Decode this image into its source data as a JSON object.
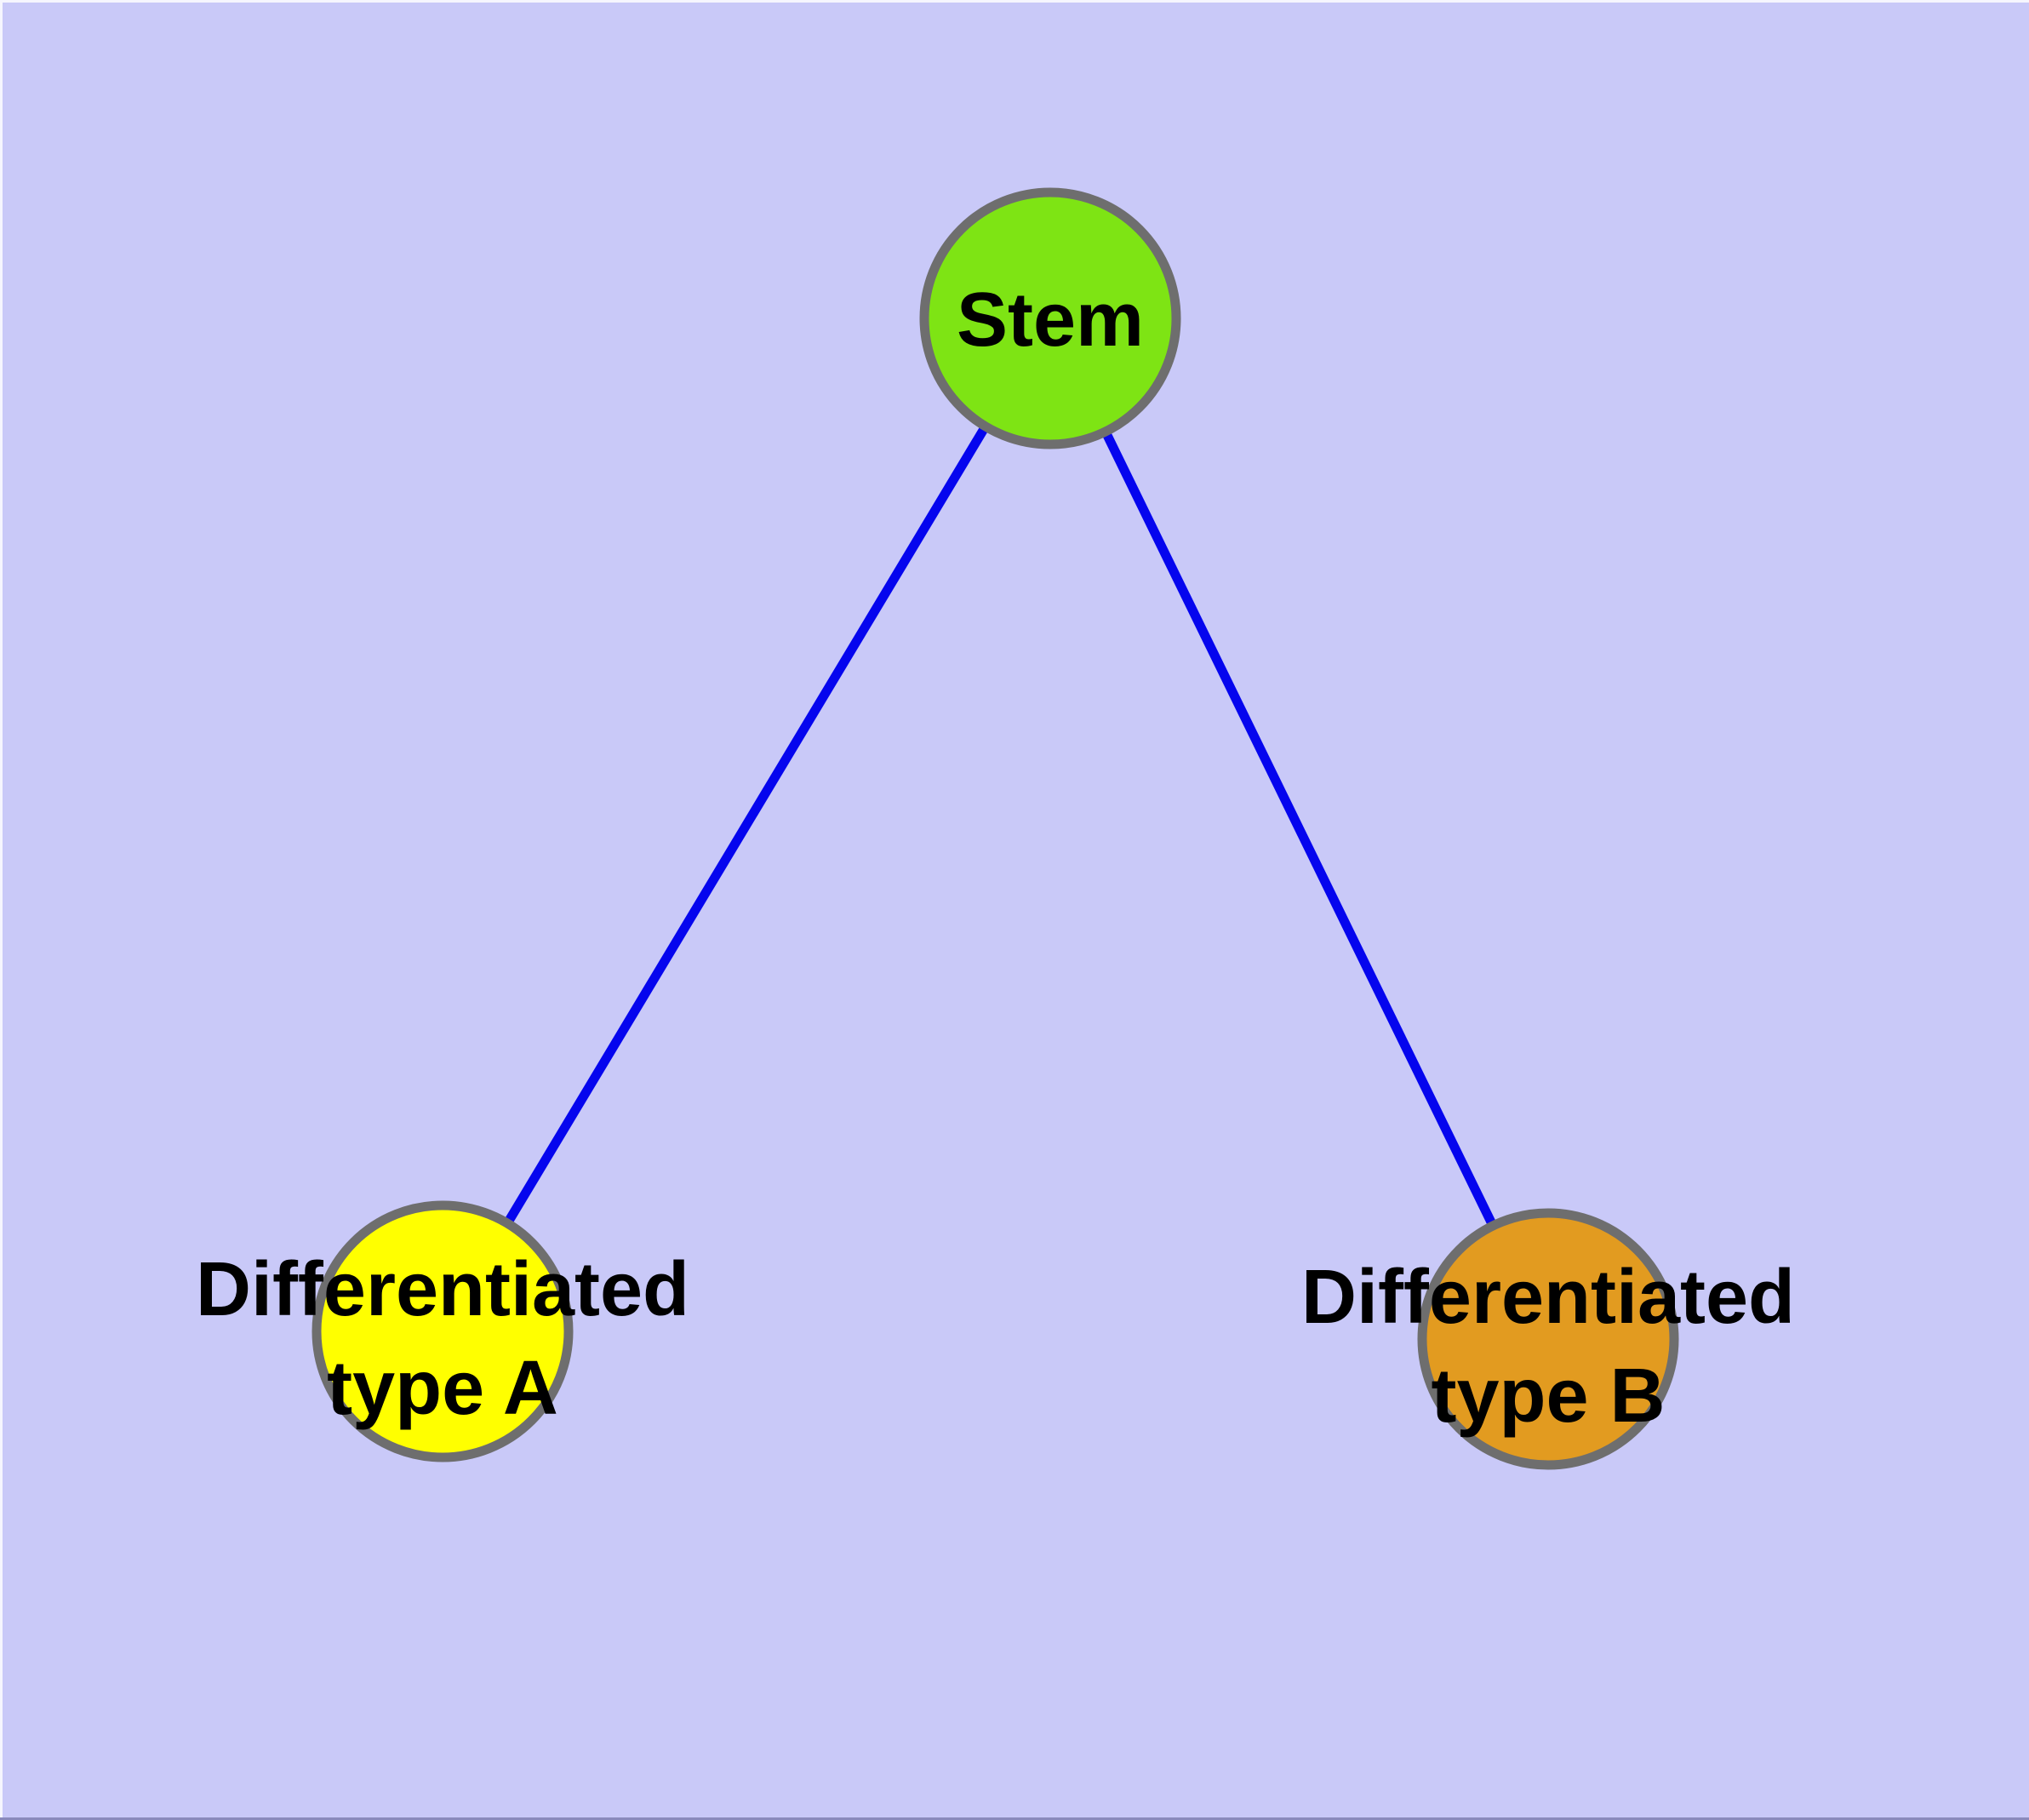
{
  "canvas": {
    "background_color": "#C9C9F8",
    "edge_color": "#0505EE",
    "node_border_color": "#6E6E6E",
    "label_color": "#000000"
  },
  "nodes": {
    "stem": {
      "label": "Stem",
      "fill_color": "#7EE414"
    },
    "type_a": {
      "label_line1": "Differentiated",
      "label_line2": "type A",
      "fill_color": "#FFFF00"
    },
    "type_b": {
      "label_line1": "Differentiated",
      "label_line2": "type B",
      "fill_color": "#E29B20"
    }
  },
  "edges": [
    {
      "from": "Stem",
      "to": "Differentiated type A"
    },
    {
      "from": "Stem",
      "to": "Differentiated type B"
    }
  ]
}
